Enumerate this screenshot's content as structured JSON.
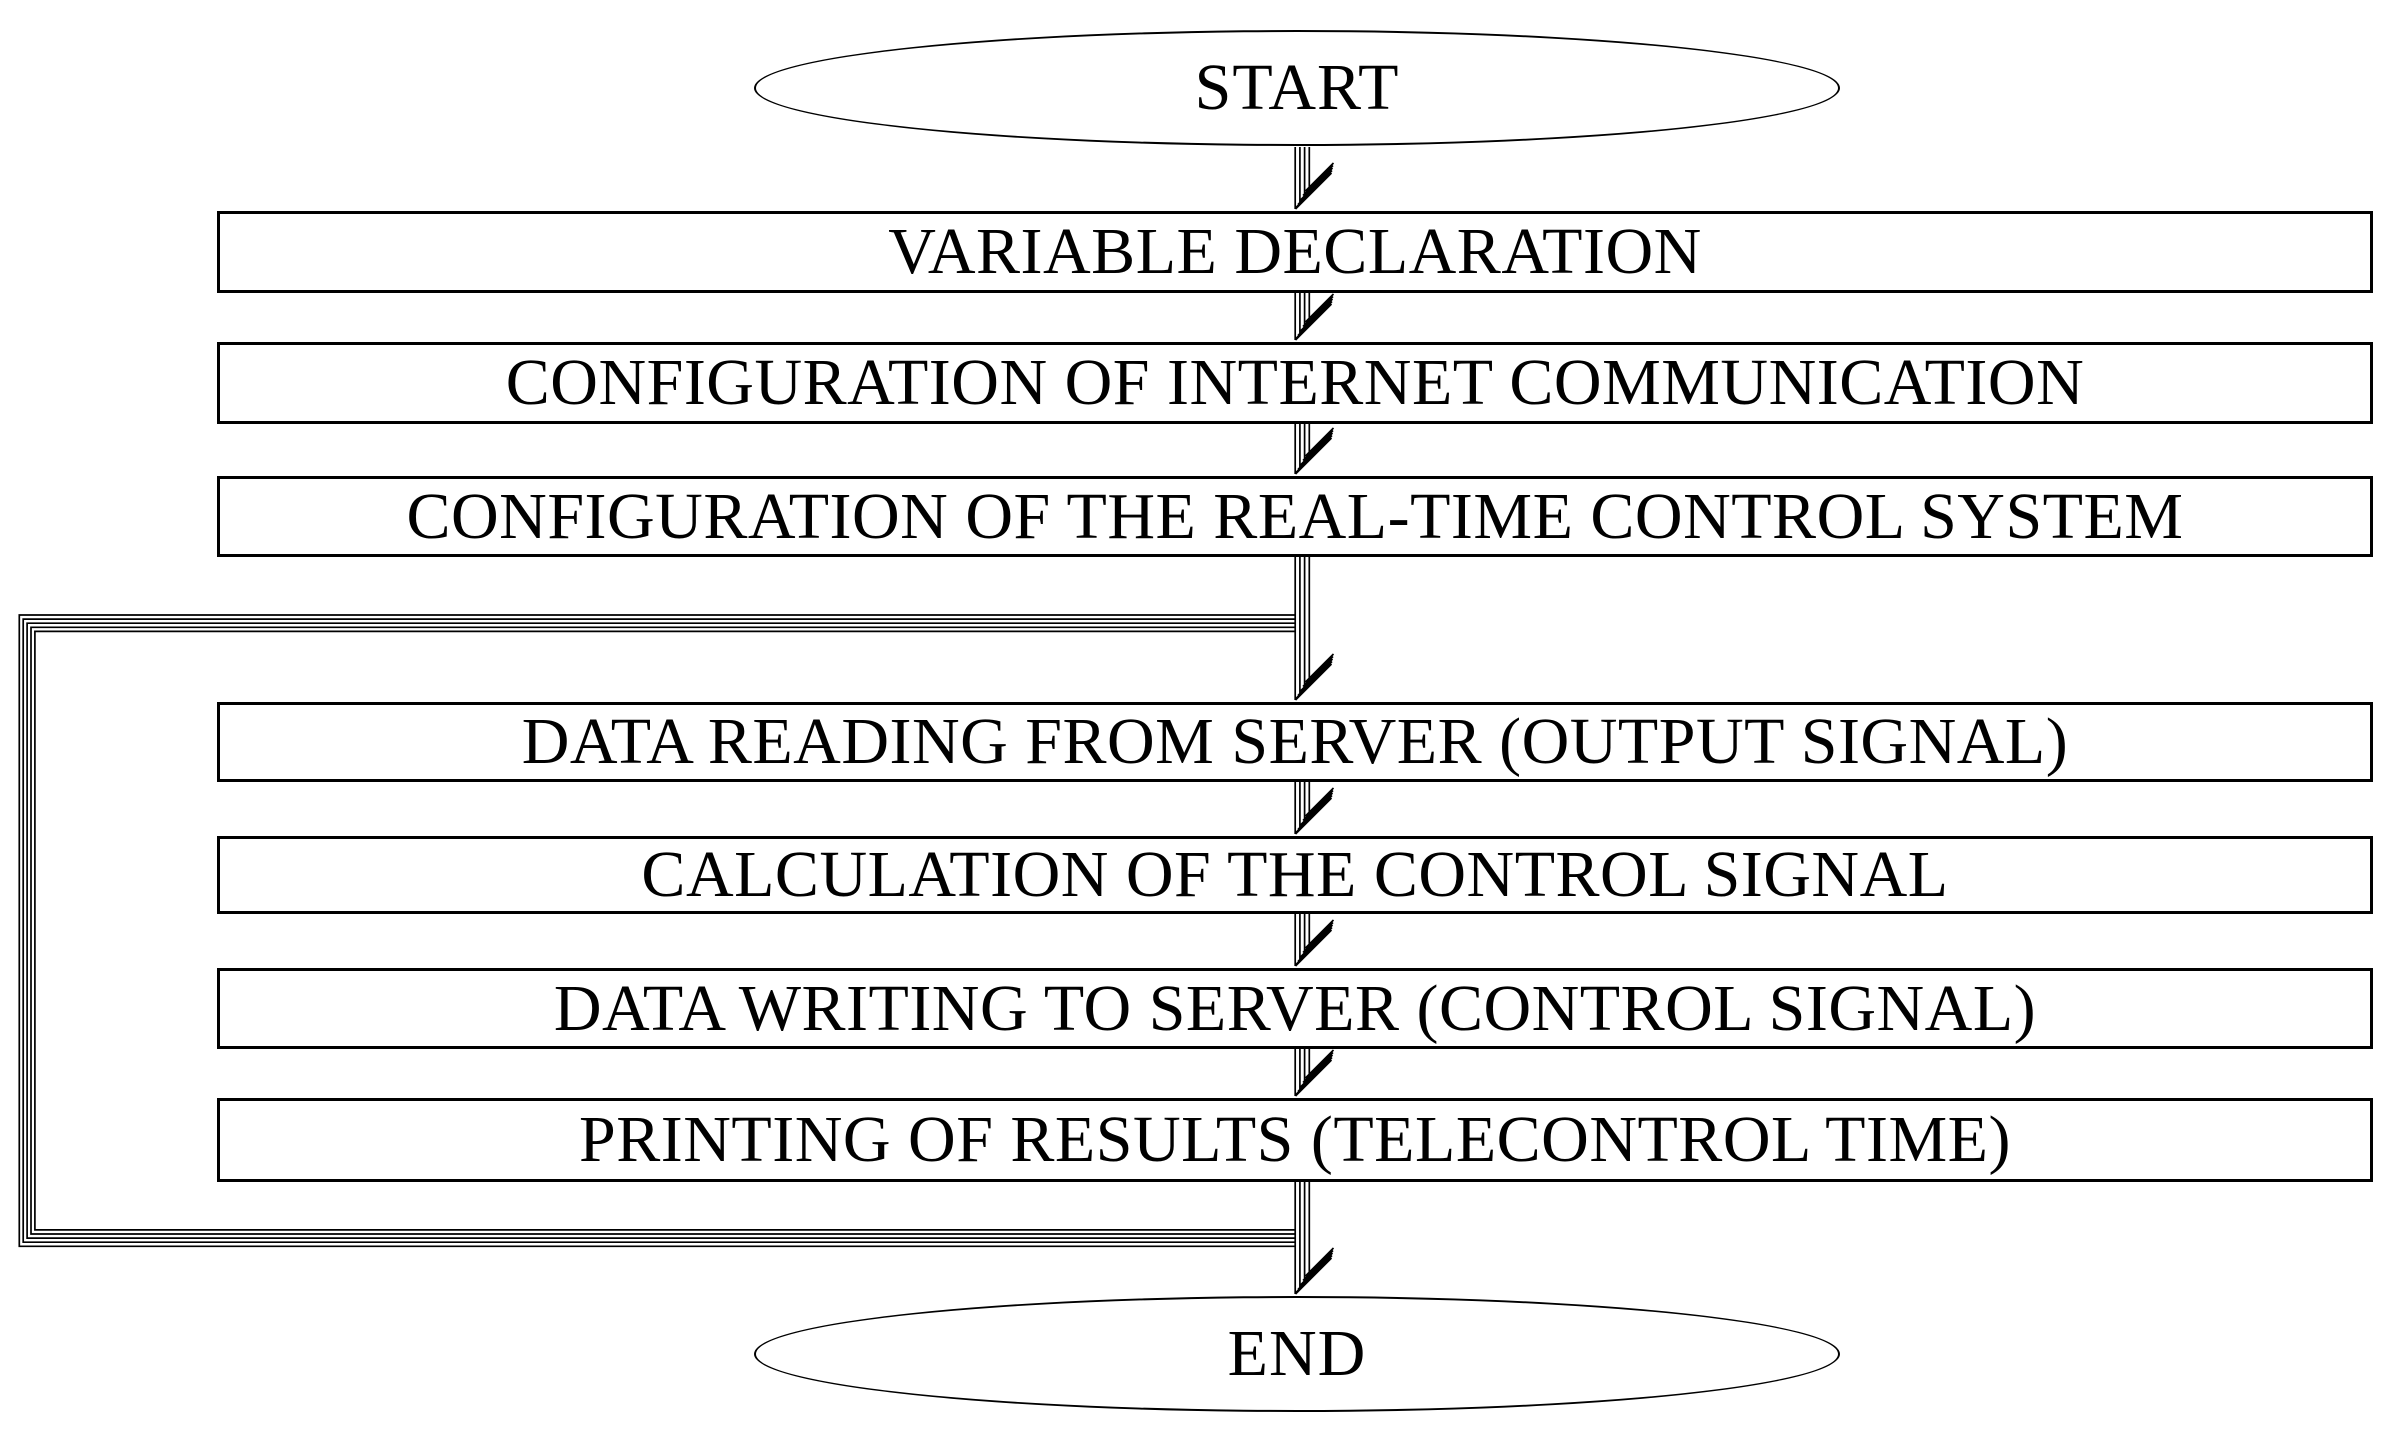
{
  "diagram": {
    "type": "flowchart",
    "start_label": "START",
    "end_label": "END",
    "steps": [
      {
        "id": "step-1",
        "label": "VARIABLE DECLARATION"
      },
      {
        "id": "step-2",
        "label": "CONFIGURATION OF INTERNET COMMUNICATION"
      },
      {
        "id": "step-3",
        "label": "CONFIGURATION OF THE REAL-TIME CONTROL SYSTEM"
      },
      {
        "id": "step-4",
        "label": "DATA READING FROM SERVER (OUTPUT SIGNAL)"
      },
      {
        "id": "step-5",
        "label": "CALCULATION OF THE CONTROL SIGNAL"
      },
      {
        "id": "step-6",
        "label": "DATA WRITING TO SERVER (CONTROL SIGNAL)"
      },
      {
        "id": "step-7",
        "label": "PRINTING OF RESULTS (TELECONTROL TIME)"
      }
    ],
    "edges": [
      {
        "from": "start",
        "to": "step-1",
        "type": "arrow"
      },
      {
        "from": "step-1",
        "to": "step-2",
        "type": "arrow"
      },
      {
        "from": "step-2",
        "to": "step-3",
        "type": "arrow"
      },
      {
        "from": "step-3",
        "to": "step-4",
        "type": "arrow"
      },
      {
        "from": "step-4",
        "to": "step-5",
        "type": "arrow"
      },
      {
        "from": "step-5",
        "to": "step-6",
        "type": "arrow"
      },
      {
        "from": "step-6",
        "to": "step-7",
        "type": "arrow"
      },
      {
        "from": "step-7",
        "to": "end",
        "type": "arrow"
      },
      {
        "from": "step-7",
        "to": "step-4",
        "type": "loop-back"
      }
    ],
    "colors": {
      "line": "#000000",
      "text": "#000000",
      "background": "#ffffff"
    }
  }
}
